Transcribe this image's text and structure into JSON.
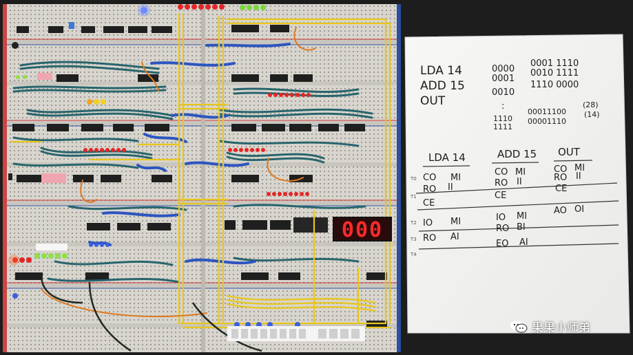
{
  "display": {
    "digits": "000"
  },
  "paper": {
    "program": [
      {
        "instr": "LDA 14",
        "addr": "0000",
        "code": "0001 1110"
      },
      {
        "instr": "ADD 15",
        "addr": "0001",
        "code": "0010 1111"
      },
      {
        "instr": "OUT",
        "addr": "0010",
        "code": "1110 0000"
      }
    ],
    "ellipsis": ":",
    "data_rows": [
      {
        "addr": "1110",
        "code": "00011100",
        "note": "(28)"
      },
      {
        "addr": "1111",
        "code": "00001110",
        "note": "(14)"
      }
    ],
    "columns": [
      "LDA 14",
      "ADD 15",
      "OUT"
    ],
    "steps": [
      "T0",
      "T1",
      "T2",
      "T3",
      "T4"
    ],
    "cells": {
      "lda": {
        "t0a": "CO",
        "t0b": "MI",
        "t1a": "RO",
        "t1b": "II",
        "t1c": "CE",
        "t2a": "IO",
        "t2b": "MI",
        "t3a": "RO",
        "t3b": "AI"
      },
      "add": {
        "t0a": "CO",
        "t0b": "MI",
        "t1a": "RO",
        "t1b": "II",
        "t1c": "CE",
        "t2a": "IO",
        "t2b": "MI",
        "t3a": "RO",
        "t3b": "BI",
        "t4a": "EO",
        "t4b": "AI"
      },
      "out": {
        "t0a": "CO",
        "t0b": "MI",
        "t1a": "RO",
        "t1b": "II",
        "t1c": "CE",
        "t2a": "AO",
        "t2b": "OI"
      }
    }
  },
  "watermark": {
    "text": "果果小师弟"
  },
  "colors": {
    "breadboard": "#d9d6cf",
    "wire_yellow": "#e6c419",
    "wire_blue": "#2a52b8",
    "wire_teal": "#1f5f66",
    "led_red": "#e52626",
    "display_red": "#ff2a2a",
    "paper": "#f6f6f4"
  }
}
